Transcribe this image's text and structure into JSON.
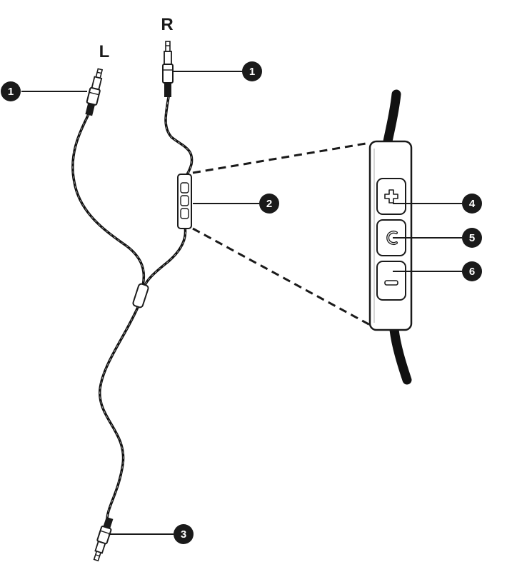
{
  "labels": {
    "left": "L",
    "right": "R"
  },
  "callouts": [
    {
      "id": "callout-1-left",
      "number": "1",
      "target": "left-plug"
    },
    {
      "id": "callout-1-right",
      "number": "1",
      "target": "right-plug"
    },
    {
      "id": "callout-2",
      "number": "2",
      "target": "inline-remote"
    },
    {
      "id": "callout-3",
      "number": "3",
      "target": "main-plug"
    },
    {
      "id": "callout-4",
      "number": "4",
      "target": "volume-up-button"
    },
    {
      "id": "callout-5",
      "number": "5",
      "target": "multifunction-button"
    },
    {
      "id": "callout-6",
      "number": "6",
      "target": "volume-down-button"
    }
  ],
  "remote_buttons": [
    {
      "name": "volume-up-button",
      "symbol": "+"
    },
    {
      "name": "multifunction-button",
      "symbol": "phone"
    },
    {
      "name": "volume-down-button",
      "symbol": "−"
    }
  ],
  "colors": {
    "line": "#1a1a1a",
    "cable": "#111111",
    "remote_fill": "#ffffff",
    "callout_fill": "#1a1a1a",
    "callout_text": "#ffffff"
  }
}
